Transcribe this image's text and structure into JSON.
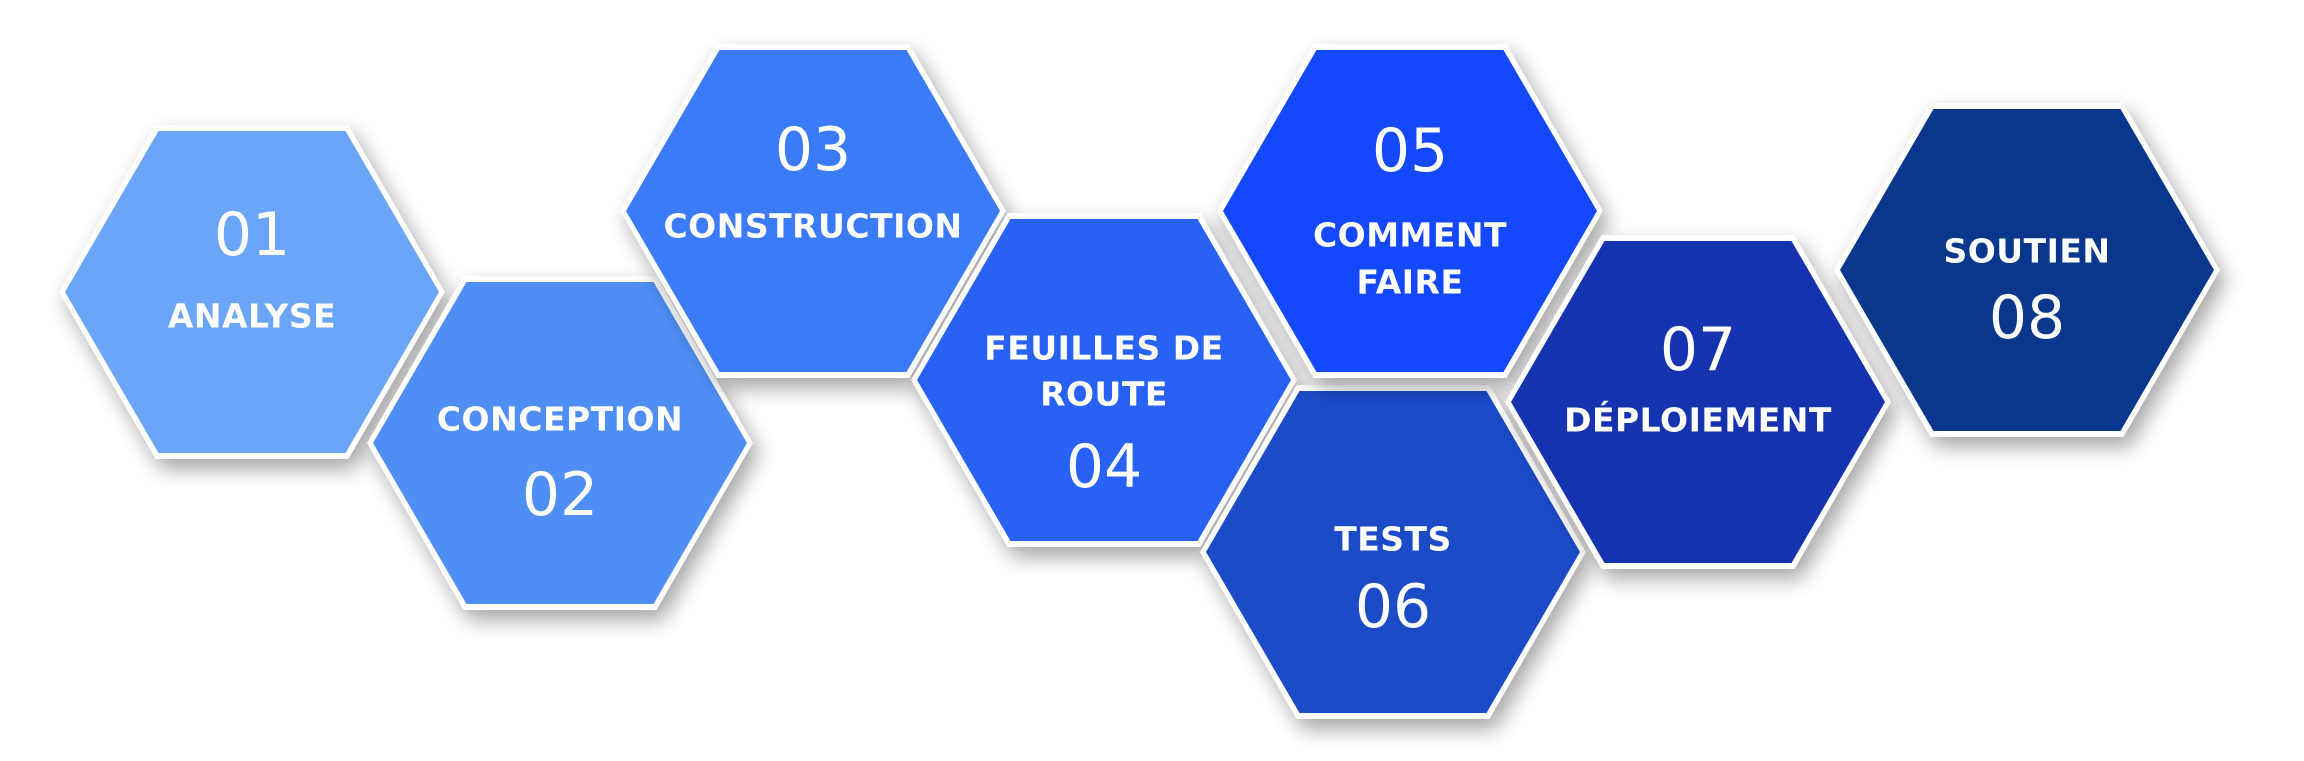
{
  "steps": [
    {
      "number": "01",
      "label": [
        "ANALYSE"
      ],
      "color": "#6aa5f8"
    },
    {
      "number": "02",
      "label": [
        "CONCEPTION"
      ],
      "color": "#4f8ff5"
    },
    {
      "number": "03",
      "label": [
        "CONSTRUCTION"
      ],
      "color": "#3b7bf7"
    },
    {
      "number": "04",
      "label": [
        "FEUILLES DE",
        "ROUTE"
      ],
      "color": "#2862f5"
    },
    {
      "number": "05",
      "label": [
        "COMMENT",
        "FAIRE"
      ],
      "color": "#1448fb"
    },
    {
      "number": "06",
      "label": [
        "TESTS"
      ],
      "color": "#1c4bc8"
    },
    {
      "number": "07",
      "label": [
        "DÉPLOIEMENT"
      ],
      "color": "#1533ae"
    },
    {
      "number": "08",
      "label": [
        "SOUTIEN"
      ],
      "color": "#08378c"
    }
  ]
}
